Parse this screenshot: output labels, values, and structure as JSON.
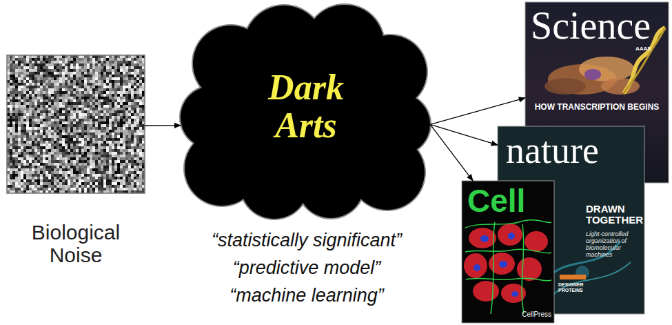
{
  "diagram": {
    "nodes": [
      {
        "text": [
          "Biological Noise"
        ]
      },
      {
        "text": [
          "Dark Arts"
        ]
      },
      {
        "text": [
          "Science",
          "AAAS",
          "HOW TRANSCRIPTION BEGINS"
        ]
      },
      {
        "text": [
          "nature",
          "DRAWN TOGETHER",
          "Light-controlled organization of biomolecular machines",
          "DESIGNER PROTEINS"
        ]
      },
      {
        "text": [
          "Cell",
          "CellPress"
        ]
      }
    ],
    "edges": [
      {
        "from": 0,
        "to": 1,
        "arrow": "to"
      },
      {
        "from": 1,
        "to": 2,
        "arrow": "to"
      },
      {
        "from": 1,
        "to": 3,
        "arrow": "to"
      },
      {
        "from": 1,
        "to": 4,
        "arrow": "to"
      }
    ],
    "labels": [
      "“statistically significant”",
      "“predictive model”",
      "“machine learning”"
    ]
  }
}
